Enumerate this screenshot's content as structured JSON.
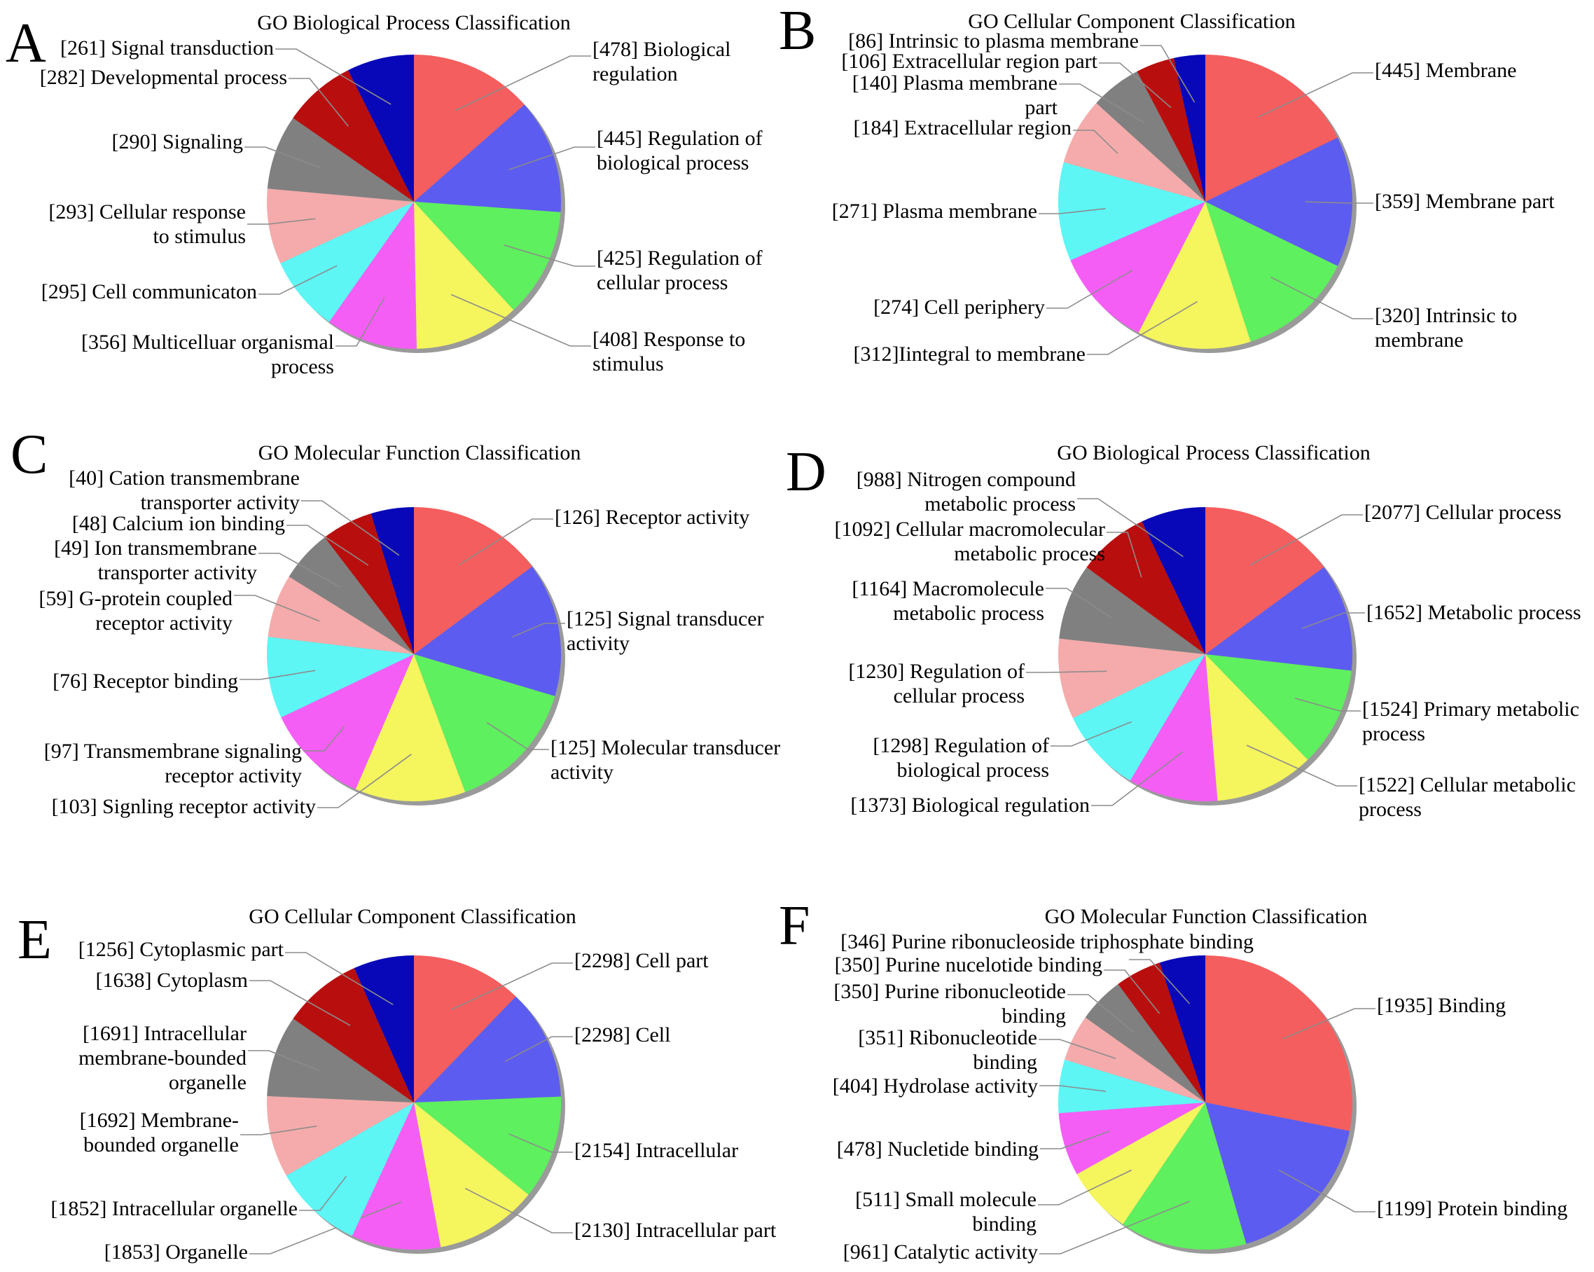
{
  "colors": [
    "#f55e5e",
    "#5c5cf0",
    "#5ef05e",
    "#f5f55e",
    "#f55ef5",
    "#5ef5f5",
    "#f5abab",
    "#808080",
    "#b90e0e",
    "#0808b8"
  ],
  "chart_data": [
    {
      "type": "pie",
      "panel": "A",
      "title": "GO Biological Process Classification",
      "slices": [
        {
          "value": 478,
          "label": [
            "[478] Biological",
            "regulation"
          ]
        },
        {
          "value": 445,
          "label": [
            "[445] Regulation of",
            "biological process"
          ]
        },
        {
          "value": 425,
          "label": [
            "[425] Regulation of",
            "cellular process"
          ]
        },
        {
          "value": 408,
          "label": [
            "[408] Response to",
            "stimulus"
          ]
        },
        {
          "value": 356,
          "label": [
            "[356] Multicelluar organismal",
            "process"
          ]
        },
        {
          "value": 295,
          "label": [
            "[295] Cell communicaton"
          ]
        },
        {
          "value": 293,
          "label": [
            "[293] Cellular response",
            "to stimulus"
          ]
        },
        {
          "value": 290,
          "label": [
            "[290] Signaling"
          ]
        },
        {
          "value": 282,
          "label": [
            "[282] Developmental process"
          ]
        },
        {
          "value": 261,
          "label": [
            "[261] Signal transduction"
          ]
        }
      ]
    },
    {
      "type": "pie",
      "panel": "B",
      "title": "GO Cellular Component Classification",
      "slices": [
        {
          "value": 445,
          "label": [
            "[445] Membrane"
          ]
        },
        {
          "value": 359,
          "label": [
            "[359] Membrane part"
          ]
        },
        {
          "value": 320,
          "label": [
            "[320] Intrinsic to",
            "membrane"
          ]
        },
        {
          "value": 312,
          "label": [
            "[312]Iintegral to membrane"
          ]
        },
        {
          "value": 274,
          "label": [
            "[274] Cell periphery"
          ]
        },
        {
          "value": 271,
          "label": [
            "[271] Plasma membrane"
          ]
        },
        {
          "value": 184,
          "label": [
            "[184] Extracellular region"
          ]
        },
        {
          "value": 140,
          "label": [
            "[140] Plasma membrane",
            "part"
          ]
        },
        {
          "value": 106,
          "label": [
            "[106] Extracellular region part"
          ]
        },
        {
          "value": 86,
          "label": [
            "[86] Intrinsic to plasma membrane"
          ]
        }
      ]
    },
    {
      "type": "pie",
      "panel": "C",
      "title": "GO Molecular Function Classification",
      "slices": [
        {
          "value": 126,
          "label": [
            "[126] Receptor activity"
          ]
        },
        {
          "value": 125,
          "label": [
            "[125] Signal transducer",
            "activity"
          ]
        },
        {
          "value": 125,
          "label": [
            "[125] Molecular transducer",
            "activity"
          ]
        },
        {
          "value": 103,
          "label": [
            "[103] Signling receptor activity"
          ]
        },
        {
          "value": 97,
          "label": [
            "[97] Transmembrane signaling",
            "receptor activity"
          ]
        },
        {
          "value": 76,
          "label": [
            "[76] Receptor binding"
          ]
        },
        {
          "value": 59,
          "label": [
            "[59] G-protein coupled",
            "receptor activity"
          ]
        },
        {
          "value": 49,
          "label": [
            "[49] Ion transmembrane",
            "transporter activity"
          ]
        },
        {
          "value": 48,
          "label": [
            "[48] Calcium ion binding"
          ]
        },
        {
          "value": 40,
          "label": [
            "[40] Cation transmembrane",
            "transporter activity"
          ]
        }
      ]
    },
    {
      "type": "pie",
      "panel": "D",
      "title": "GO Biological Process Classification",
      "slices": [
        {
          "value": 2077,
          "label": [
            "[2077] Cellular process"
          ]
        },
        {
          "value": 1652,
          "label": [
            "[1652] Metabolic process"
          ]
        },
        {
          "value": 1524,
          "label": [
            "[1524] Primary metabolic",
            "process"
          ]
        },
        {
          "value": 1522,
          "label": [
            "[1522] Cellular metabolic",
            "process"
          ]
        },
        {
          "value": 1373,
          "label": [
            "[1373] Biological regulation"
          ]
        },
        {
          "value": 1298,
          "label": [
            "[1298] Regulation of",
            "biological process"
          ]
        },
        {
          "value": 1230,
          "label": [
            "[1230] Regulation of",
            "cellular process"
          ]
        },
        {
          "value": 1164,
          "label": [
            "[1164] Macromolecule",
            "metabolic process"
          ]
        },
        {
          "value": 1092,
          "label": [
            "[1092] Cellular macromolecular",
            "metabolic process"
          ]
        },
        {
          "value": 988,
          "label": [
            "[988] Nitrogen compound",
            "metabolic process"
          ]
        }
      ]
    },
    {
      "type": "pie",
      "panel": "E",
      "title": "GO Cellular Component Classification",
      "slices": [
        {
          "value": 2298,
          "label": [
            "[2298] Cell part"
          ]
        },
        {
          "value": 2298,
          "label": [
            "[2298] Cell"
          ]
        },
        {
          "value": 2154,
          "label": [
            "[2154] Intracellular"
          ]
        },
        {
          "value": 2130,
          "label": [
            "[2130] Intracellular part"
          ]
        },
        {
          "value": 1853,
          "label": [
            "[1853] Organelle"
          ]
        },
        {
          "value": 1852,
          "label": [
            "[1852] Intracellular organelle"
          ]
        },
        {
          "value": 1692,
          "label": [
            "[1692] Membrane-",
            "bounded organelle"
          ]
        },
        {
          "value": 1691,
          "label": [
            "[1691] Intracellular",
            "membrane-bounded",
            "organelle"
          ]
        },
        {
          "value": 1638,
          "label": [
            "[1638] Cytoplasm"
          ]
        },
        {
          "value": 1256,
          "label": [
            "[1256] Cytoplasmic part"
          ]
        }
      ]
    },
    {
      "type": "pie",
      "panel": "F",
      "title": "GO Molecular Function Classification",
      "slices": [
        {
          "value": 1935,
          "label": [
            "[1935] Binding"
          ]
        },
        {
          "value": 1199,
          "label": [
            "[1199] Protein binding"
          ]
        },
        {
          "value": 961,
          "label": [
            "[961] Catalytic activity"
          ]
        },
        {
          "value": 511,
          "label": [
            "[511] Small molecule",
            "binding"
          ]
        },
        {
          "value": 478,
          "label": [
            "[478] Nucletide binding"
          ]
        },
        {
          "value": 404,
          "label": [
            "[404] Hydrolase activity"
          ]
        },
        {
          "value": 351,
          "label": [
            "[351] Ribonucleotide",
            "binding"
          ]
        },
        {
          "value": 350,
          "label": [
            "[350] Purine ribonucleotide",
            "binding"
          ]
        },
        {
          "value": 350,
          "label": [
            "[350] Purine nucelotide binding"
          ]
        },
        {
          "value": 346,
          "label": [
            "[346] Purine ribonucleoside triphosphate binding"
          ]
        }
      ]
    }
  ]
}
